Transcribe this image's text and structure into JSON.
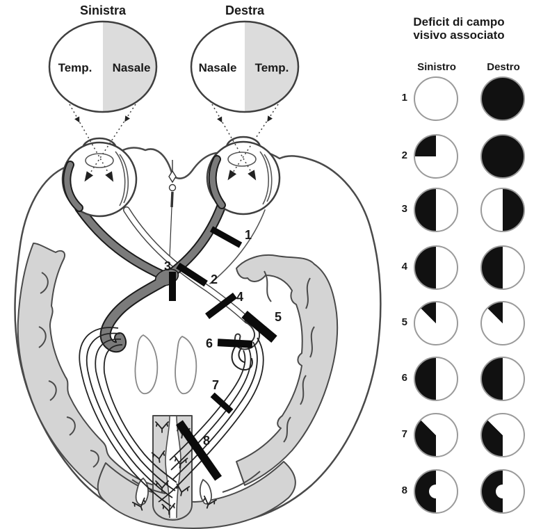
{
  "colors": {
    "cortex": "#d4d4d4",
    "outline": "#4a4a4a",
    "pathway_dark": "#7b7b7b",
    "field_shade": "#dcdcdc",
    "deficit_black": "#111111"
  },
  "retina_fields": {
    "left_eye": {
      "title": "Sinistra",
      "left_half": "Temp.",
      "right_half": "Nasale"
    },
    "right_eye": {
      "title": "Destra",
      "left_half": "Nasale",
      "right_half": "Temp."
    }
  },
  "lesions": [
    {
      "num": "1"
    },
    {
      "num": "2"
    },
    {
      "num": "3"
    },
    {
      "num": "4"
    },
    {
      "num": "5"
    },
    {
      "num": "6"
    },
    {
      "num": "7"
    },
    {
      "num": "8"
    }
  ],
  "legend": {
    "title_line1": "Deficit di campo",
    "title_line2": "visivo associato",
    "columns": {
      "left": "Sinistro",
      "right": "Destro"
    },
    "rows": [
      {
        "num": "1",
        "left": {
          "sectors": []
        },
        "right": {
          "sectors": [
            [
              0,
              360
            ]
          ]
        }
      },
      {
        "num": "2",
        "left": {
          "sectors": [
            [
              270,
              360
            ]
          ]
        },
        "right": {
          "sectors": [
            [
              0,
              360
            ]
          ]
        }
      },
      {
        "num": "3",
        "left": {
          "sectors": [
            [
              180,
              360
            ]
          ]
        },
        "right": {
          "sectors": [
            [
              0,
              180
            ]
          ]
        }
      },
      {
        "num": "4",
        "left": {
          "sectors": [
            [
              180,
              360
            ]
          ]
        },
        "right": {
          "sectors": [
            [
              180,
              360
            ]
          ]
        }
      },
      {
        "num": "5",
        "left": {
          "sectors": [
            [
              315,
              360
            ]
          ]
        },
        "right": {
          "sectors": [
            [
              315,
              360
            ]
          ]
        }
      },
      {
        "num": "6",
        "left": {
          "sectors": [
            [
              180,
              360
            ]
          ]
        },
        "right": {
          "sectors": [
            [
              180,
              360
            ]
          ]
        }
      },
      {
        "num": "7",
        "left": {
          "sectors": [
            [
              180,
              315
            ]
          ]
        },
        "right": {
          "sectors": [
            [
              180,
              315
            ]
          ]
        }
      },
      {
        "num": "8",
        "left": {
          "sectors": [
            [
              180,
              360
            ]
          ],
          "notch": true
        },
        "right": {
          "sectors": [
            [
              180,
              360
            ]
          ],
          "notch": true
        }
      }
    ]
  }
}
